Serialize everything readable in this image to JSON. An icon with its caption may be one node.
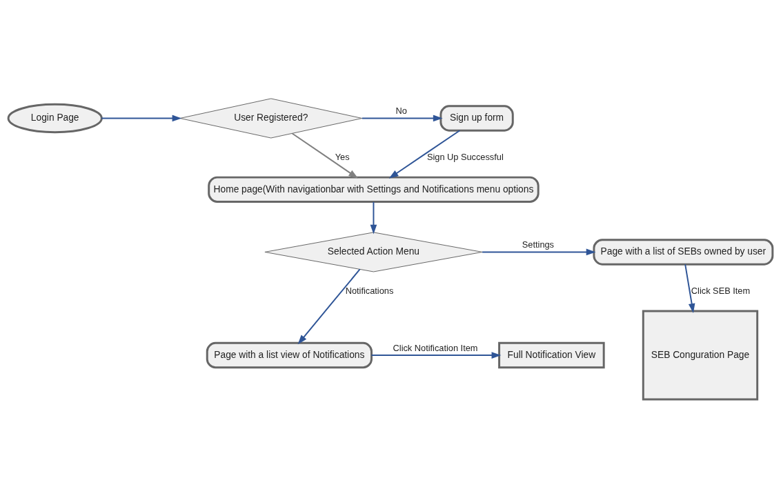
{
  "diagram": {
    "nodes": [
      {
        "text": [
          "Login Page"
        ]
      },
      {
        "text": [
          "User Registered?"
        ]
      },
      {
        "text": [
          "Sign up form"
        ]
      },
      {
        "text": [
          "Home page(With navigationbar with Settings and Notifications menu options"
        ]
      },
      {
        "text": [
          "Selected Action Menu"
        ]
      },
      {
        "text": [
          "Page with a list of SEBs owned by user"
        ]
      },
      {
        "text": [
          "SEB Conguration Page"
        ]
      },
      {
        "text": [
          "Page with a list view of Notifications"
        ]
      },
      {
        "text": [
          "Full Notification View"
        ]
      }
    ],
    "edges": [
      {
        "from": 0,
        "to": 1,
        "arrow": "to"
      },
      {
        "from": 1,
        "to": 2,
        "arrow": "to",
        "label": "No"
      },
      {
        "from": 1,
        "to": 3,
        "arrow": "to",
        "label": "Yes",
        "color": "#808080"
      },
      {
        "from": 2,
        "to": 3,
        "arrow": "to",
        "label": "Sign Up Successful"
      },
      {
        "from": 3,
        "to": 4,
        "arrow": "to"
      },
      {
        "from": 4,
        "to": 5,
        "arrow": "to",
        "label": "Settings"
      },
      {
        "from": 5,
        "to": 6,
        "arrow": "to",
        "label": "Click SEB Item"
      },
      {
        "from": 4,
        "to": 7,
        "arrow": "to",
        "label": "Notifications"
      },
      {
        "from": 7,
        "to": 8,
        "arrow": "to",
        "label": "Click Notification Item"
      }
    ]
  }
}
